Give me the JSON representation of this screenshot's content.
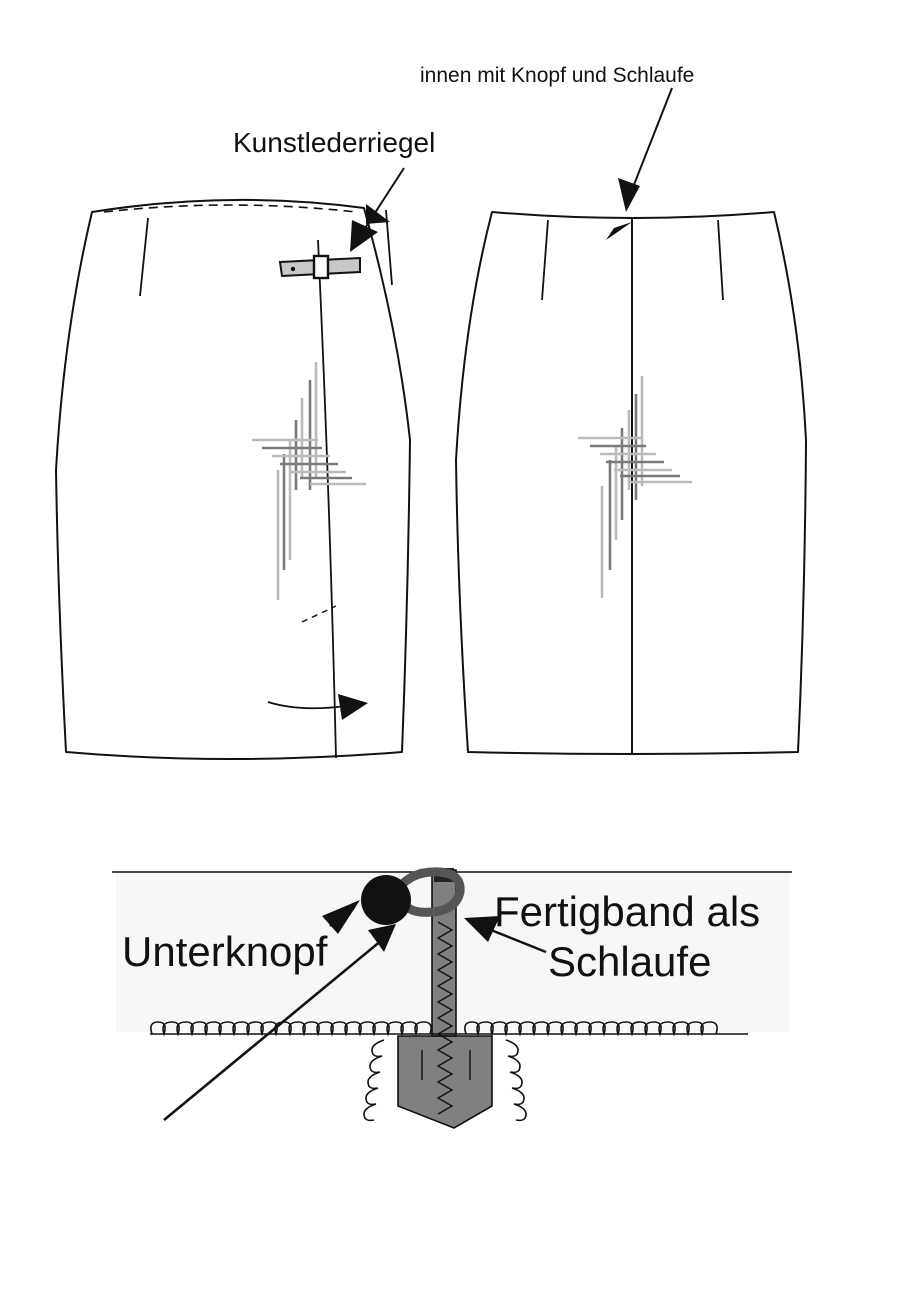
{
  "labels": {
    "inside_button_loop": "innen mit Knopf und Schlaufe",
    "faux_leather_tab": "Kunstlederriegel",
    "under_button": "Unterknopf",
    "loop_line1": "Fertigband als",
    "loop_line2": "Schlaufe"
  },
  "colors": {
    "line": "#111111",
    "hatch_light": "#bbbbbb",
    "hatch_dark": "#7a7a7a",
    "tape_fill": "#808080",
    "tab_fill": "#c8c8c8",
    "button_fill": "#111111",
    "detail_background": "#f7f7f7"
  },
  "icons": {
    "front_view": "skirt-front-icon",
    "back_view": "skirt-back-icon",
    "detail_view": "button-loop-detail-icon"
  }
}
